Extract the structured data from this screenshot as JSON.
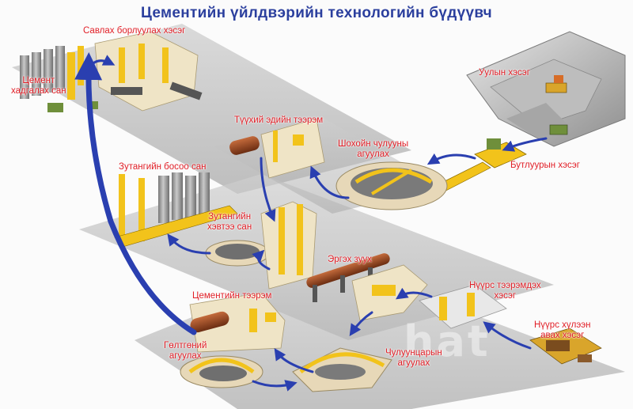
{
  "title": "Цементийн үйлдвэрийн технологийн бүдүүвч",
  "watermark": "hat",
  "colors": {
    "title": "#2b3f9e",
    "labels": "#e01e26",
    "platform": "#b9b9b9",
    "equipment": "#f2c31b",
    "silo": "#9a9a9a",
    "flow_arrows": "#2a3fb0"
  },
  "labels": {
    "quarry": "Уулын хэсэг",
    "crusher": "Бутлуурын хэсэг",
    "limestone_line1": "Шохойн чулууны",
    "limestone_line2": "агуулах",
    "raw_mill": "Түүхий эдийн тээрэм",
    "clinker_silo": "Зутангийн босоо сан",
    "clinker_store_line1": "Зутангийн",
    "clinker_store_line2": "хэвтээ сан",
    "kiln": "Эргэх зуух",
    "coal_mill_line1": "Нүүрс тээрэмдэх",
    "coal_mill_line2": "хэсэг",
    "coal_receive_line1": "Нүүрс хүлээн",
    "coal_receive_line2": "авах хэсэг",
    "cement_mill": "Цементийн тээрэм",
    "gypsum_line1": "Гөлтгөний",
    "gypsum_line2": "агуулах",
    "aggregate_line1": "Чулуунцарын",
    "aggregate_line2": "агуулах",
    "cement_store_line1": "Цемент",
    "cement_store_line2": "хадгалах сан",
    "sales": "Савлах борлуулах хэсэг"
  }
}
